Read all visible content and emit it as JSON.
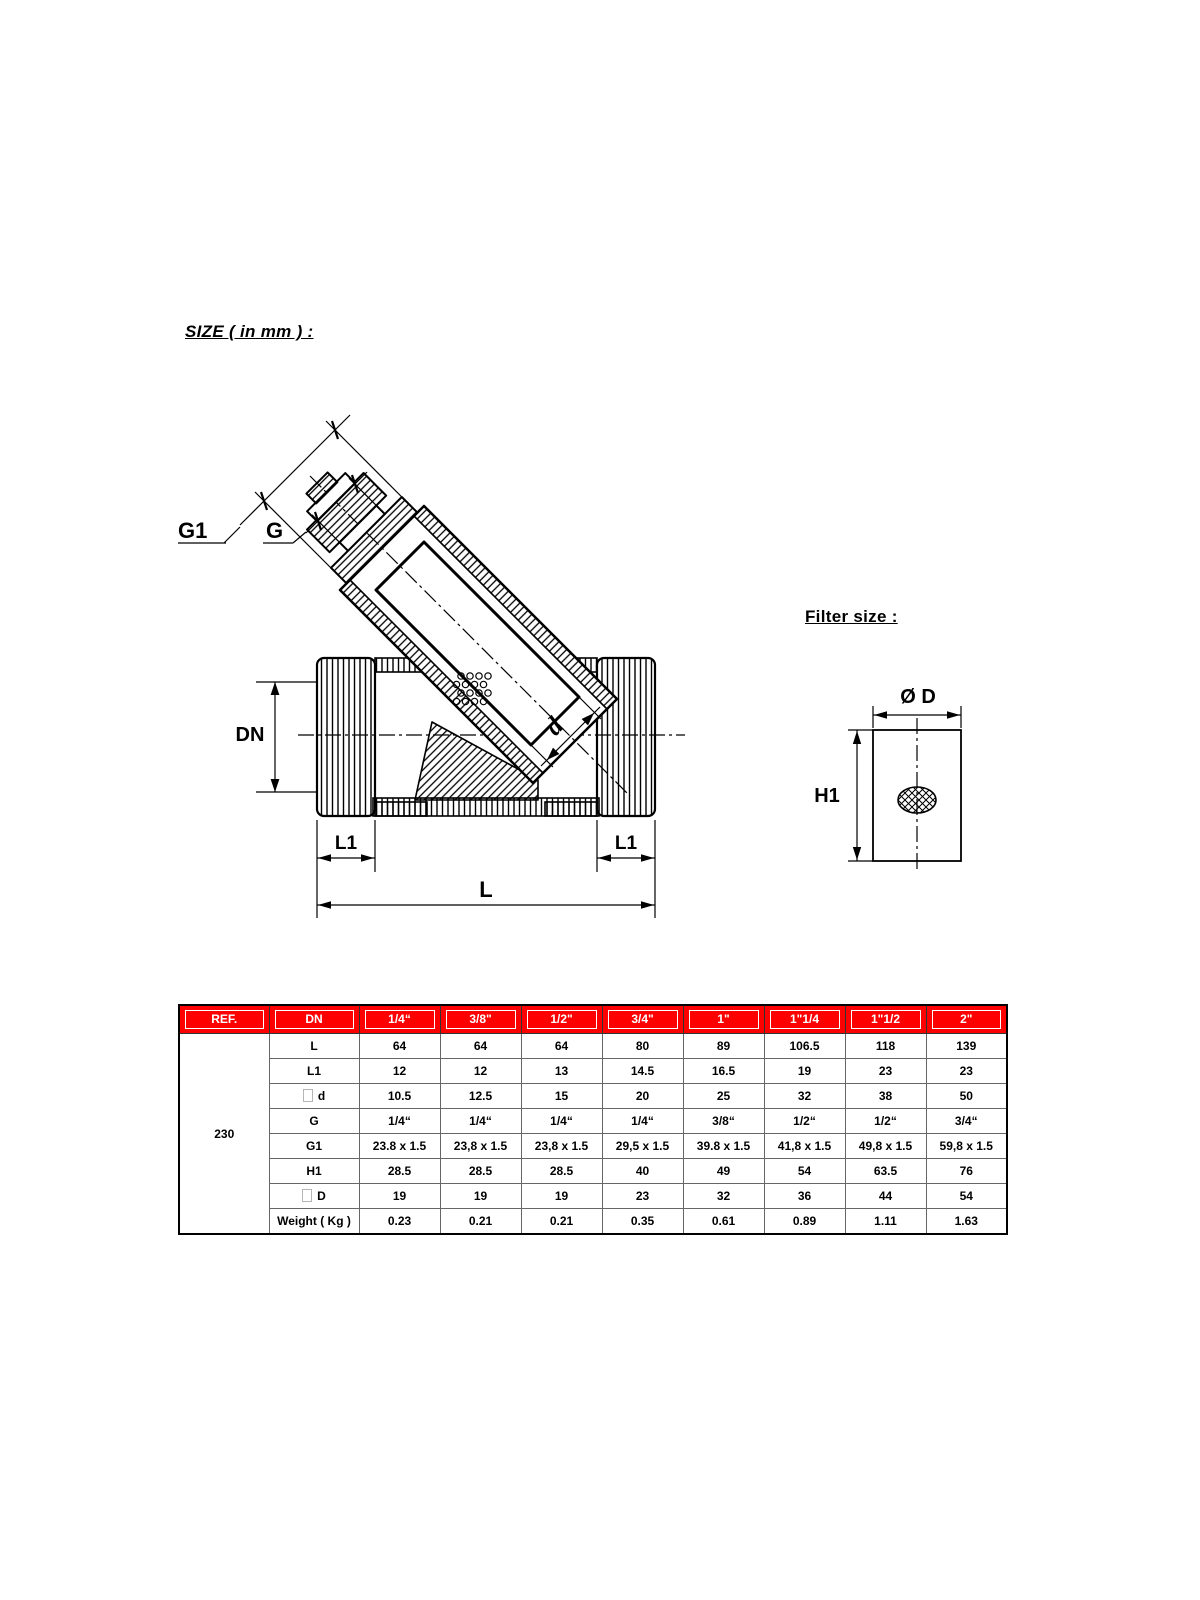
{
  "page": {
    "title": "SIZE ( in mm ) :"
  },
  "drawing": {
    "labels": {
      "g1": "G1",
      "g": "G",
      "dn": "DN",
      "d": "d",
      "l1_left": "L1",
      "l1_right": "L1",
      "l": "L"
    }
  },
  "filter": {
    "heading": "Filter size :",
    "diameter_label": "Ø D",
    "height_label": "H1"
  },
  "table": {
    "headers": [
      "REF.",
      "DN",
      "1/4“",
      "3/8\"",
      "1/2\"",
      "3/4\"",
      "1\"",
      "1\"1/4",
      "1\"1/2",
      "2\""
    ],
    "ref": "230",
    "rows": [
      {
        "label": "L",
        "box": false,
        "values": [
          "64",
          "64",
          "64",
          "80",
          "89",
          "106.5",
          "118",
          "139"
        ]
      },
      {
        "label": "L1",
        "box": false,
        "values": [
          "12",
          "12",
          "13",
          "14.5",
          "16.5",
          "19",
          "23",
          "23"
        ]
      },
      {
        "label": "d",
        "box": true,
        "values": [
          "10.5",
          "12.5",
          "15",
          "20",
          "25",
          "32",
          "38",
          "50"
        ]
      },
      {
        "label": "G",
        "box": false,
        "values": [
          "1/4“",
          "1/4“",
          "1/4“",
          "1/4“",
          "3/8“",
          "1/2“",
          "1/2“",
          "3/4“"
        ]
      },
      {
        "label": "G1",
        "box": false,
        "values": [
          "23.8 x 1.5",
          "23,8 x 1.5",
          "23,8 x 1.5",
          "29,5 x 1.5",
          "39.8 x 1.5",
          "41,8 x 1.5",
          "49,8 x 1.5",
          "59,8 x 1.5"
        ]
      },
      {
        "label": "H1",
        "box": false,
        "values": [
          "28.5",
          "28.5",
          "28.5",
          "40",
          "49",
          "54",
          "63.5",
          "76"
        ]
      },
      {
        "label": "D",
        "box": true,
        "values": [
          "19",
          "19",
          "19",
          "23",
          "32",
          "36",
          "44",
          "54"
        ]
      },
      {
        "label": "Weight ( Kg )",
        "box": false,
        "values": [
          "0.23",
          "0.21",
          "0.21",
          "0.35",
          "0.61",
          "0.89",
          "1.11",
          "1.63"
        ]
      }
    ]
  }
}
